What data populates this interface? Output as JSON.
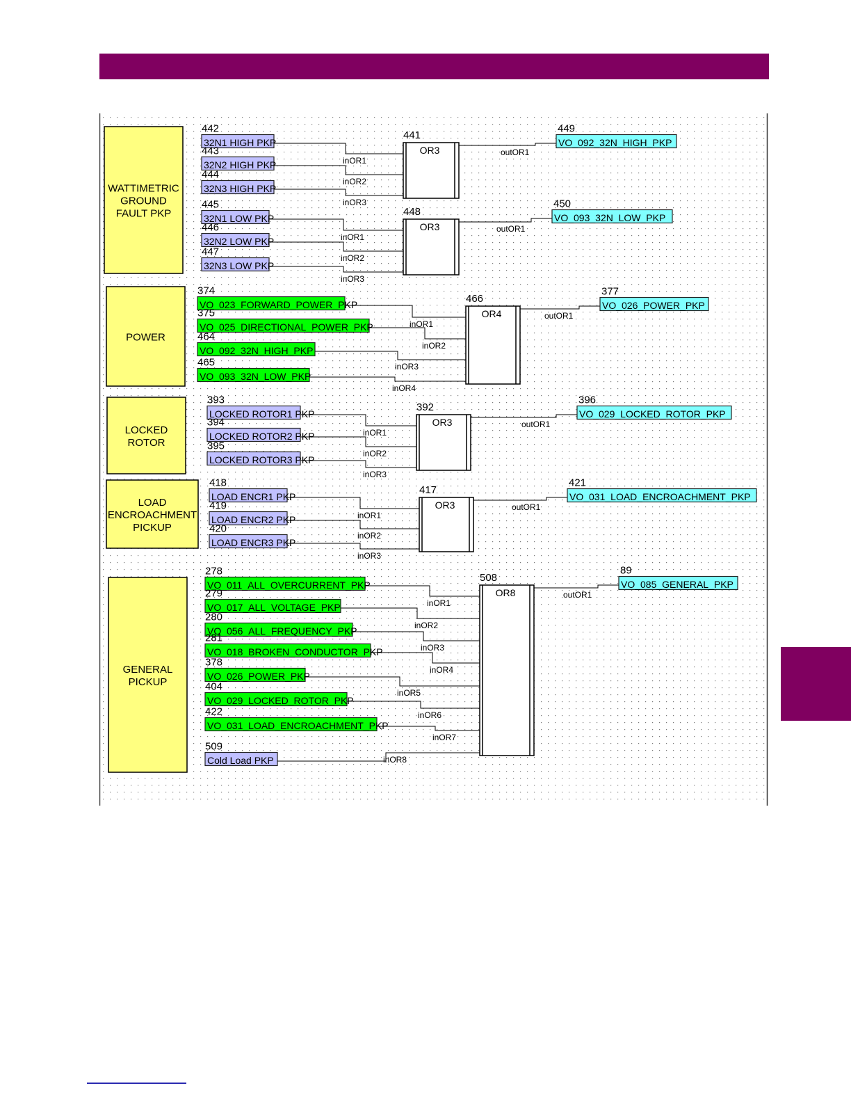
{
  "colors": {
    "accent": "#800060",
    "group_fill": "#ffff80",
    "operand_lavender": "#c0c0ff",
    "operand_green": "#00ff00",
    "output_cyan": "#80ffff"
  },
  "groups": [
    {
      "label": "WATTIMETRIC\nGROUND\nFAULT PKP"
    },
    {
      "label": "POWER"
    },
    {
      "label": "LOCKED\nROTOR"
    },
    {
      "label": "LOAD\nENCROACHMENT\nPICKUP"
    },
    {
      "label": "GENERAL\nPICKUP"
    }
  ],
  "gates": [
    {
      "id": "441",
      "type": "OR3",
      "inputs": [
        {
          "id": "442",
          "name": "32N1 HIGH PKP",
          "color": "lavender"
        },
        {
          "id": "443",
          "name": "32N2 HIGH PKP",
          "color": "lavender"
        },
        {
          "id": "444",
          "name": "32N3 HIGH PKP",
          "color": "lavender"
        }
      ],
      "in_labels": [
        "inOR1",
        "inOR2",
        "inOR3"
      ],
      "out_label": "outOR1",
      "output": {
        "id": "449",
        "name": "VO_092_32N_HIGH_PKP"
      }
    },
    {
      "id": "448",
      "type": "OR3",
      "inputs": [
        {
          "id": "445",
          "name": "32N1 LOW PKP",
          "color": "lavender"
        },
        {
          "id": "446",
          "name": "32N2 LOW PKP",
          "color": "lavender"
        },
        {
          "id": "447",
          "name": "32N3 LOW PKP",
          "color": "lavender"
        }
      ],
      "in_labels": [
        "inOR1",
        "inOR2",
        "inOR3"
      ],
      "out_label": "outOR1",
      "output": {
        "id": "450",
        "name": "VO_093_32N_LOW_PKP"
      }
    },
    {
      "id": "466",
      "type": "OR4",
      "inputs": [
        {
          "id": "374",
          "name": "VO_023_FORWARD_POWER_PKP",
          "color": "green"
        },
        {
          "id": "375",
          "name": "VO_025_DIRECTIONAL_POWER_PKP",
          "color": "green"
        },
        {
          "id": "464",
          "name": "VO_092_32N_HIGH_PKP",
          "color": "green"
        },
        {
          "id": "465",
          "name": "VO_093_32N_LOW_PKP",
          "color": "green"
        }
      ],
      "in_labels": [
        "inOR1",
        "inOR2",
        "inOR3",
        "inOR4"
      ],
      "out_label": "outOR1",
      "output": {
        "id": "377",
        "name": "VO_026_POWER_PKP"
      }
    },
    {
      "id": "392",
      "type": "OR3",
      "inputs": [
        {
          "id": "393",
          "name": "LOCKED ROTOR1 PKP",
          "color": "lavender"
        },
        {
          "id": "394",
          "name": "LOCKED ROTOR2 PKP",
          "color": "lavender"
        },
        {
          "id": "395",
          "name": "LOCKED ROTOR3 PKP",
          "color": "lavender"
        }
      ],
      "in_labels": [
        "inOR1",
        "inOR2",
        "inOR3"
      ],
      "out_label": "outOR1",
      "output": {
        "id": "396",
        "name": "VO_029_LOCKED_ROTOR_PKP"
      }
    },
    {
      "id": "417",
      "type": "OR3",
      "inputs": [
        {
          "id": "418",
          "name": "LOAD ENCR1 PKP",
          "color": "lavender"
        },
        {
          "id": "419",
          "name": "LOAD ENCR2 PKP",
          "color": "lavender"
        },
        {
          "id": "420",
          "name": "LOAD ENCR3 PKP",
          "color": "lavender"
        }
      ],
      "in_labels": [
        "inOR1",
        "inOR2",
        "inOR3"
      ],
      "out_label": "outOR1",
      "output": {
        "id": "421",
        "name": "VO_031_LOAD_ENCROACHMENT_PKP"
      }
    },
    {
      "id": "508",
      "type": "OR8",
      "inputs": [
        {
          "id": "278",
          "name": "VO_011_ALL_OVERCURRENT_PKP",
          "color": "green"
        },
        {
          "id": "279",
          "name": "VO_017_ALL_VOLTAGE_PKP",
          "color": "green"
        },
        {
          "id": "280",
          "name": "VO_056_ALL_FREQUENCY_PKP",
          "color": "green"
        },
        {
          "id": "281",
          "name": "VO_018_BROKEN_CONDUCTOR_PKP",
          "color": "green"
        },
        {
          "id": "378",
          "name": "VO_026_POWER_PKP",
          "color": "green"
        },
        {
          "id": "404",
          "name": "VO_029_LOCKED_ROTOR_PKP",
          "color": "green"
        },
        {
          "id": "422",
          "name": "VO_031_LOAD_ENCROACHMENT_PKP",
          "color": "green"
        },
        {
          "id": "509",
          "name": "Cold Load PKP",
          "color": "lavender"
        }
      ],
      "in_labels": [
        "inOR1",
        "inOR2",
        "inOR3",
        "inOR4",
        "inOR5",
        "inOR6",
        "inOR7",
        "inOR8"
      ],
      "out_label": "outOR1",
      "output": {
        "id": "89",
        "name": "VO_085_GENERAL_PKP"
      }
    }
  ]
}
